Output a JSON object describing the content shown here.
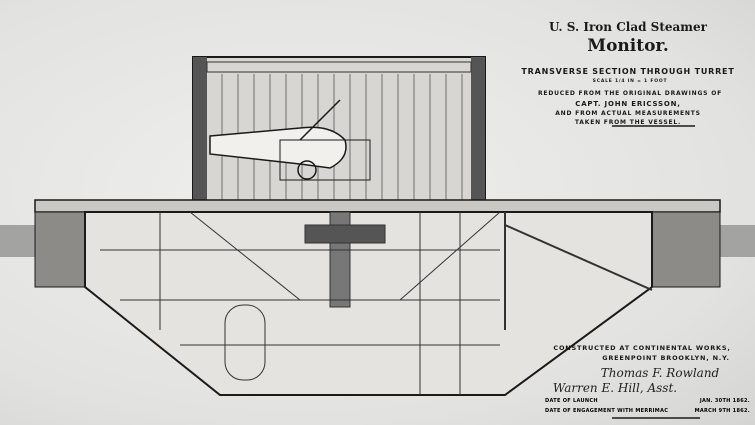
{
  "title": {
    "line1": "U. S. Iron Clad Steamer",
    "line2": "Monitor.",
    "section": "TRANSVERSE SECTION THROUGH TURRET",
    "scale": "SCALE 1/4 IN = 1 FOOT",
    "reduced": "REDUCED FROM THE ORIGINAL DRAWINGS OF",
    "designer": "CAPT. JOHN ERICSSON,",
    "and": "AND FROM ACTUAL MEASUREMENTS",
    "taken": "TAKEN FROM THE VESSEL."
  },
  "credits": {
    "constructed": "CONSTRUCTED AT CONTINENTAL WORKS,",
    "location": "GREENPOINT BROOKLYN, N.Y.",
    "signature1": "Thomas F. Rowland",
    "signature2": "Warren E. Hill, Asst.",
    "launch_label": "DATE OF LAUNCH",
    "launch_date": "JAN. 30TH 1862.",
    "engagement_label": "DATE OF ENGAGEMENT WITH MERRIMAC",
    "engagement_date": "MARCH 9TH 1862."
  },
  "colors": {
    "ink": "#1a1a1a",
    "paper": "#e6e6e4",
    "water": "#9a9a98"
  }
}
